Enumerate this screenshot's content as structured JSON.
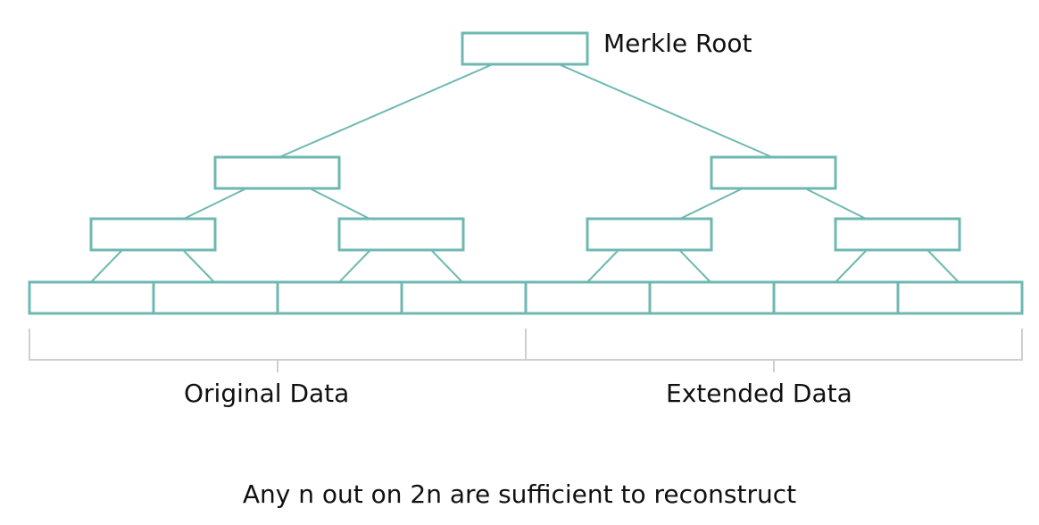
{
  "labels": {
    "root": "Merkle Root",
    "original": "Original Data",
    "extended": "Extended Data",
    "caption": "Any n out on 2n are sufficient to reconstruct"
  },
  "colors": {
    "node_stroke": "#6fb8b2",
    "bracket": "#cfcfcf",
    "text": "#111111"
  },
  "tree": {
    "levels": 4,
    "leaf_count": 8,
    "original_leaves": 4,
    "extended_leaves": 4
  }
}
